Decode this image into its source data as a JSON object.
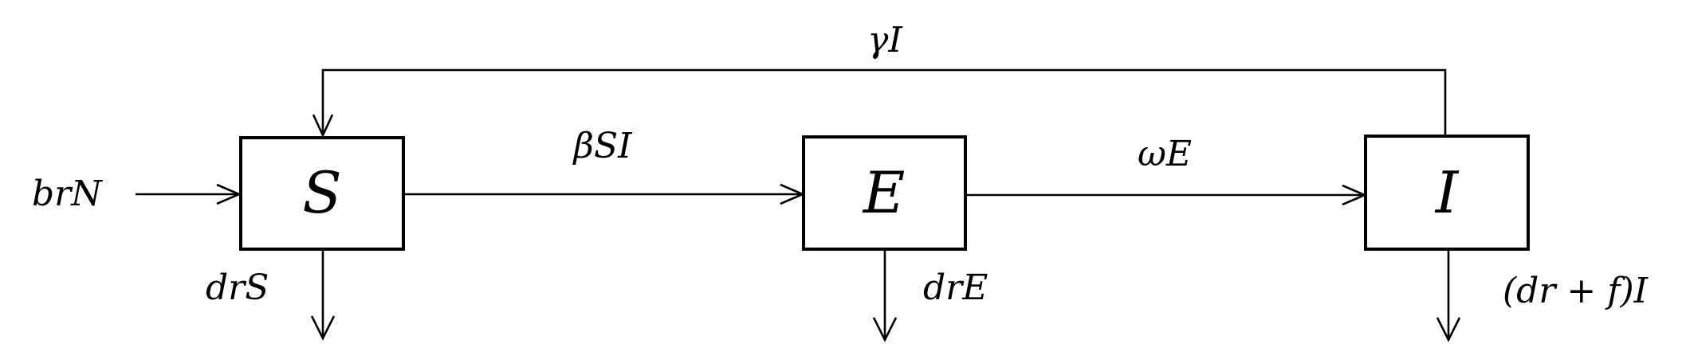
{
  "nodes": {
    "susceptible": "S",
    "exposed": "E",
    "infected": "I"
  },
  "flows": {
    "recovery": "γI",
    "birth": "brN",
    "infection": "βSI",
    "incubation": "ωE",
    "death_s": "drS",
    "death_e": "drE",
    "death_i": "(dr + f)I"
  }
}
